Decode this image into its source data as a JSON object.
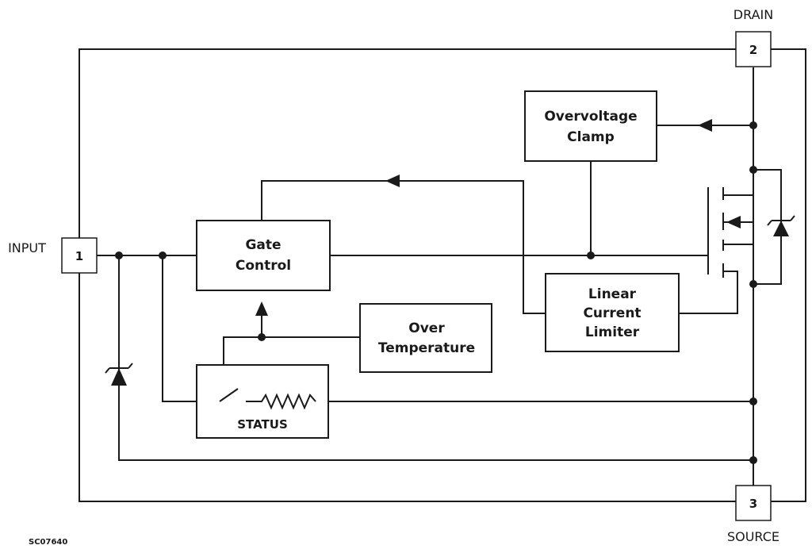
{
  "pins": {
    "drain": {
      "name": "DRAIN",
      "number": "2"
    },
    "input": {
      "name": "INPUT",
      "number": "1"
    },
    "source": {
      "name": "SOURCE",
      "number": "3"
    }
  },
  "blocks": {
    "overvoltage_clamp": [
      "Overvoltage",
      "Clamp"
    ],
    "gate_control": [
      "Gate",
      "Control"
    ],
    "linear_current_limiter": [
      "Linear",
      "Current",
      "Limiter"
    ],
    "over_temperature": [
      "Over",
      "Temperature"
    ],
    "status": "STATUS"
  },
  "figure_code": "SC07640"
}
